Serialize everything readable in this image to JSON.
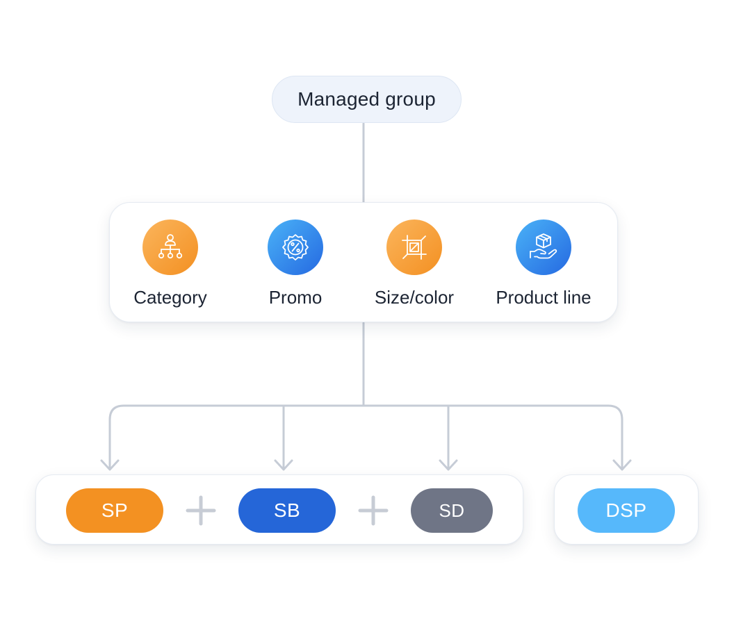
{
  "root": {
    "label": "Managed group"
  },
  "criteria": [
    {
      "label": "Category",
      "icon": "hierarchy-icon",
      "color": "orange"
    },
    {
      "label": "Promo",
      "icon": "percent-badge-icon",
      "color": "blue"
    },
    {
      "label": "Size/color",
      "icon": "crop-icon",
      "color": "orange"
    },
    {
      "label": "Product line",
      "icon": "hand-box-icon",
      "color": "blue"
    }
  ],
  "channels": [
    {
      "label": "SP",
      "color": "#f39122"
    },
    {
      "label": "SB",
      "color": "#2566d8"
    },
    {
      "label": "SD",
      "color": "#6f7586"
    },
    {
      "label": "DSP",
      "color": "#56b8fb"
    }
  ],
  "connector_color": "#c6ccd6",
  "plus_color": "#c7ccd5"
}
